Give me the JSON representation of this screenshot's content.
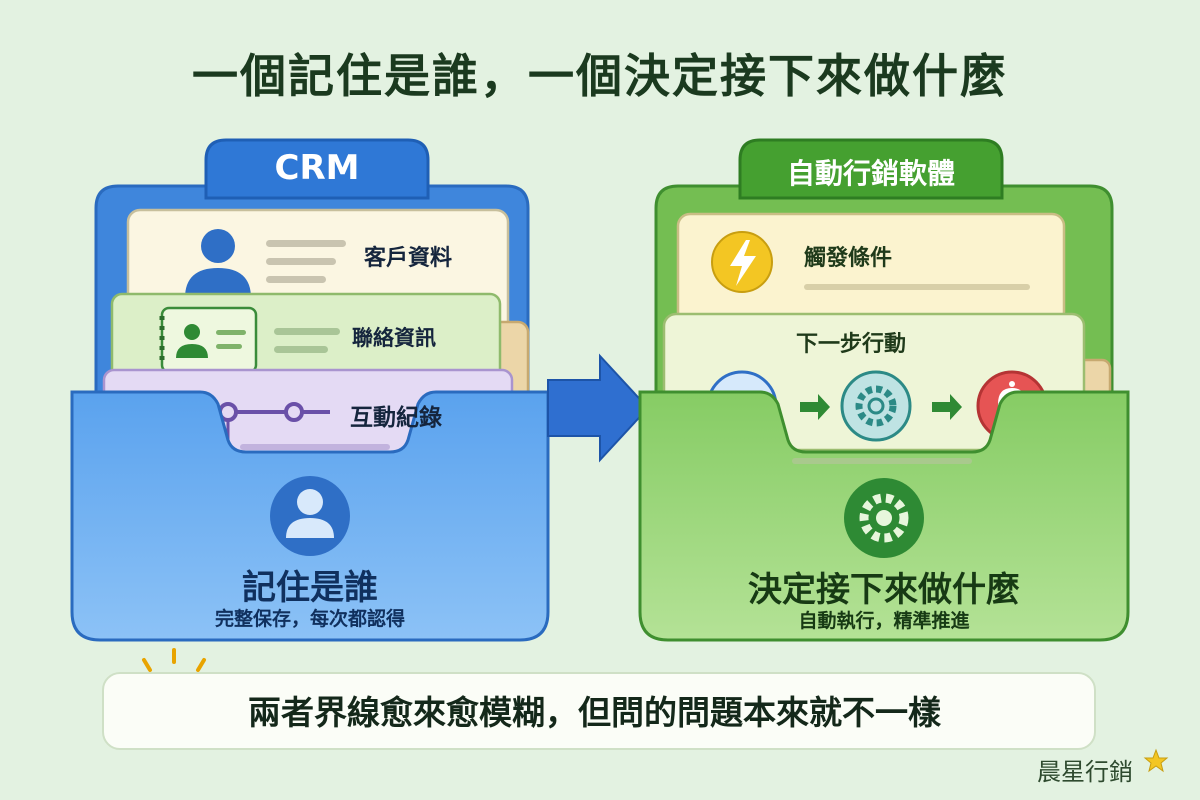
{
  "title": "一個記住是誰，一個決定接下來做什麼",
  "left": {
    "tab": "CRM",
    "cards": [
      "客戶資料",
      "聯絡資訊",
      "互動紀錄"
    ],
    "label": "記住是誰",
    "sublabel": "完整保存，每次都認得",
    "color": "#4a90e2"
  },
  "right": {
    "tab": "自動行銷軟體",
    "cards": [
      "觸發條件",
      "下一步行動"
    ],
    "label": "決定接下來做什麼",
    "sublabel": "自動執行，精準推進",
    "color": "#5cb84a"
  },
  "flow_icons": [
    "mail-icon",
    "gear-icon",
    "bell-icon"
  ],
  "bottom_note": "兩者界線愈來愈模糊，但問的問題本來就不一樣",
  "brand": "晨星行銷",
  "icons": [
    "person-icon",
    "contact-card-icon",
    "timeline-icon",
    "lightning-icon",
    "lightbulb-icon",
    "star-icon"
  ]
}
